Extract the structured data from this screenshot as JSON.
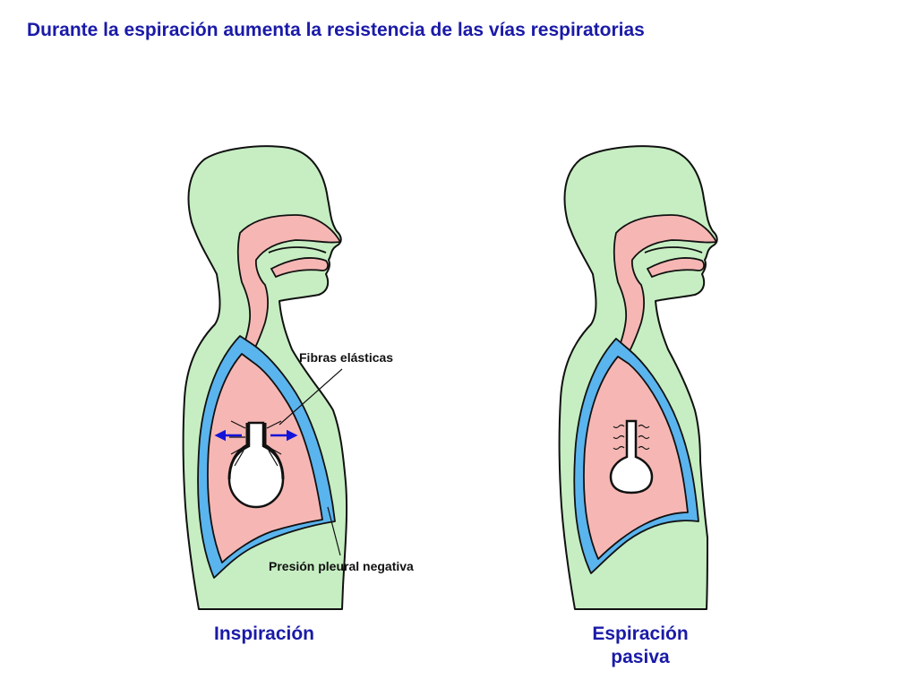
{
  "title": "Durante la espiración aumenta la resistencia de las vías respiratorias",
  "colors": {
    "body": "#c6eec2",
    "airway": "#f6b7b4",
    "pleura": "#5ab4ee",
    "outline": "#111111",
    "accent_text": "#1a1aa8",
    "arrow": "#1414d8"
  },
  "figures": [
    {
      "caption_line1": "Inspiración",
      "caption_line2": "",
      "labels": {
        "elastic_fibers": "Fibras elásticas",
        "pleural_pressure": "Presión pleural negativa"
      }
    },
    {
      "caption_line1": "Espiración",
      "caption_line2": "pasiva"
    }
  ]
}
